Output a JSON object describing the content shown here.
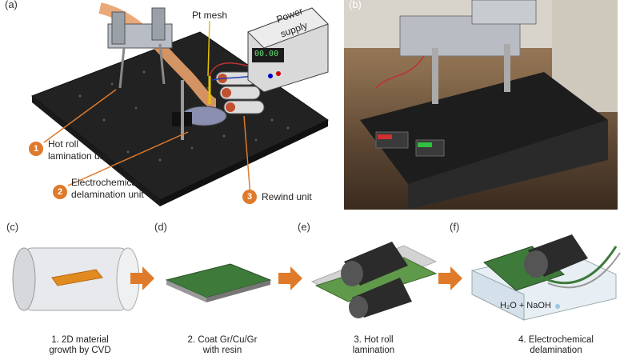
{
  "panels": {
    "a": "(a)",
    "b": "(b)",
    "c": "(c)",
    "d": "(d)",
    "e": "(e)",
    "f": "(f)"
  },
  "labels_a": {
    "pt_mesh": "Pt mesh",
    "power_supply_line1": "Power",
    "power_supply_line2": "supply",
    "display": "00.00",
    "unit1_num": "1",
    "unit1_line1": "Hot roll",
    "unit1_line2": "lamination unit",
    "unit2_num": "2",
    "unit2_line1": "Electrochemical",
    "unit2_line2": "delamination unit",
    "unit3_num": "3",
    "unit3_label": "Rewind unit"
  },
  "captions": {
    "c": "1. 2D material",
    "c2": "growth by CVD",
    "d": "2. Coat Gr/Cu/Gr",
    "d2": "with resin",
    "e": "3. Hot roll",
    "e2": "lamination",
    "f": "4. Electrochemical",
    "f2": "delamination"
  },
  "solution_label": "H₂O + NaOH",
  "colors": {
    "accent_orange": "#e07a2b",
    "copper": "#e8a06a",
    "graphene_green": "#3e7a3a",
    "roller_dark": "#2b2b2b"
  }
}
